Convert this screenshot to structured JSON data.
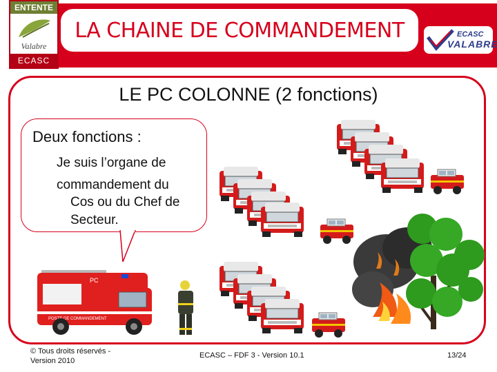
{
  "header": {
    "title": "LA CHAINE DE COMMANDEMENT",
    "logo_left": {
      "top": "ENTENTE",
      "middle": "Valabre",
      "bottom": "ECASC"
    },
    "logo_right": {
      "line1": "ECASC",
      "line2": "VALABRE"
    }
  },
  "slide": {
    "subtitle": "LE PC COLONNE (2 fonctions)",
    "bubble": {
      "heading": "Deux fonctions :",
      "lines": [
        "Je suis l’organe de",
        "commandement du",
        "Cos ou du Chef de",
        "Secteur."
      ]
    },
    "vehicle_labels": {
      "pc": "PC",
      "poste": "POSTE DE COMMANDEMENT"
    }
  },
  "footer": {
    "copyright_line1": "© Tous droits réservés -",
    "copyright_line2": "Version 2010",
    "center": "ECASC – FDF 3 - Version 10.1",
    "page": "13/24"
  },
  "colors": {
    "accent": "#d6001c",
    "brand_green": "#6e7f34",
    "tree_green": "#2e9a1e"
  }
}
